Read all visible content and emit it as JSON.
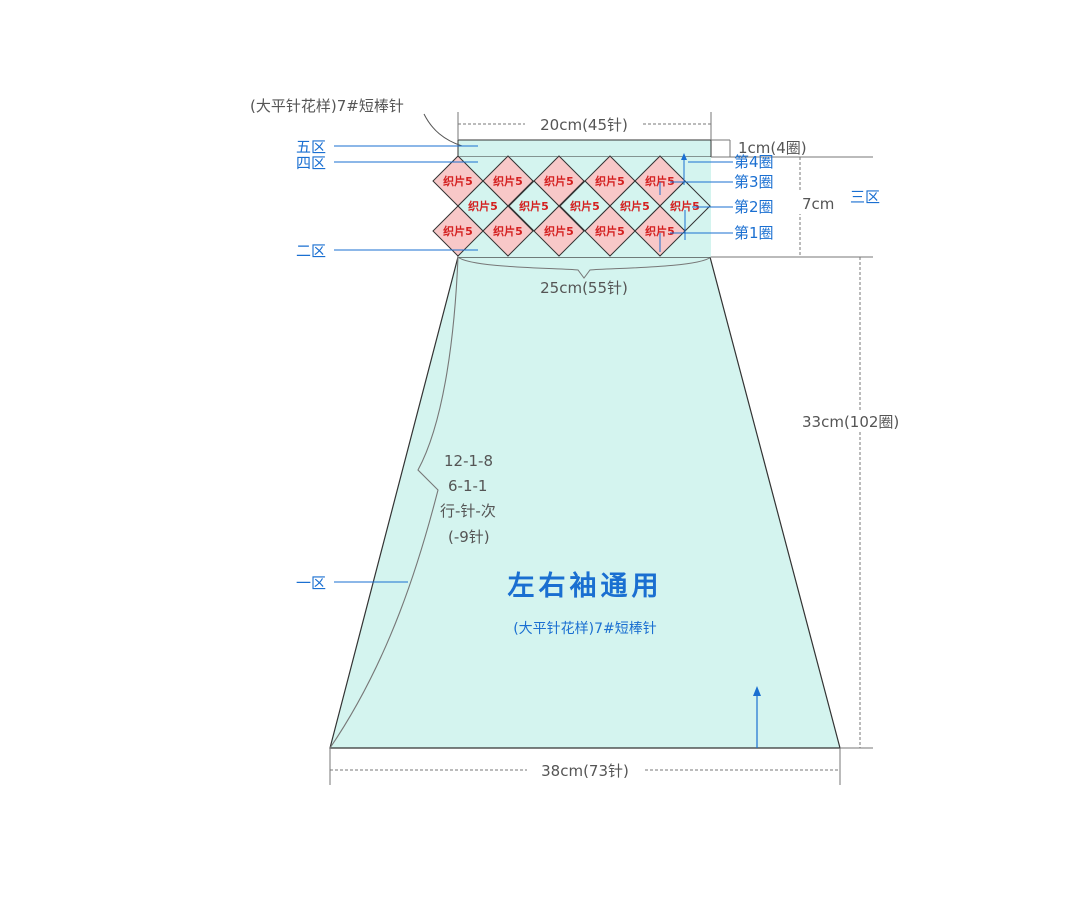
{
  "pattern_note_top": "(大平针花样)7#短棒针",
  "top_width": "20cm(45针)",
  "top_band": "1cm(4圈)",
  "round_labels": [
    "第4圈",
    "第3圈",
    "第2圈",
    "第1圈"
  ],
  "yoke_height": "7cm",
  "zone_three": "三区",
  "zone_five": "五区",
  "zone_four": "四区",
  "zone_two": "二区",
  "zone_one": "一区",
  "middle_width": "25cm(55针)",
  "body_length": "33cm(102圈)",
  "bottom_width": "38cm(73针)",
  "decrease_rules": [
    "12-1-8",
    "6-1-1",
    "行-针-次",
    "(-9针)"
  ],
  "main_title": "左右袖通用",
  "main_subtitle": "(大平针花样)7#短棒针",
  "cell_label": "织片5",
  "colors": {
    "body_fill": "#d4f4ef",
    "cell_fill": "#f8c8c8",
    "outline": "#333333",
    "accent_blue": "#1a6fd1",
    "dim_gray": "#555555"
  }
}
